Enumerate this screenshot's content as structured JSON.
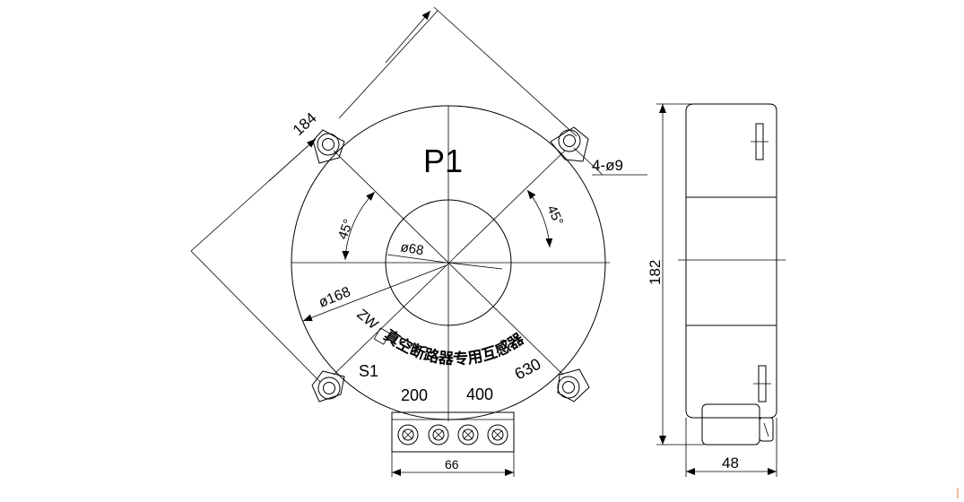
{
  "front_view": {
    "title": "P1",
    "hole_callout": "4-ø9",
    "diagonal_dimension": "184",
    "inner_diameter": "ø68",
    "outer_diameter": "ø168",
    "angle_left": "45°",
    "angle_right": "45°",
    "prefix_text": "ZW",
    "product_text": "真空断路器专用互感器",
    "terminal_label": "S1",
    "taps": [
      "200",
      "400",
      "630"
    ],
    "terminal_width": "66"
  },
  "side_view": {
    "height_dimension": "182",
    "depth_dimension": "48"
  }
}
